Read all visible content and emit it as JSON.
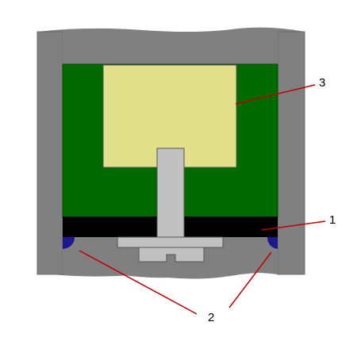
{
  "diagram": {
    "callouts": [
      {
        "id": "1",
        "label": "1"
      },
      {
        "id": "2",
        "label": "2"
      },
      {
        "id": "3",
        "label": "3"
      }
    ],
    "colors": {
      "housing": "#808080",
      "housing_outline": "#5a5a5a",
      "filling": "#006a00",
      "insert": "#e2e08a",
      "stem": "#c0c0c0",
      "base_plate": "#000000",
      "seal": "#1a1a8c",
      "leader_line": "#c00000"
    }
  }
}
